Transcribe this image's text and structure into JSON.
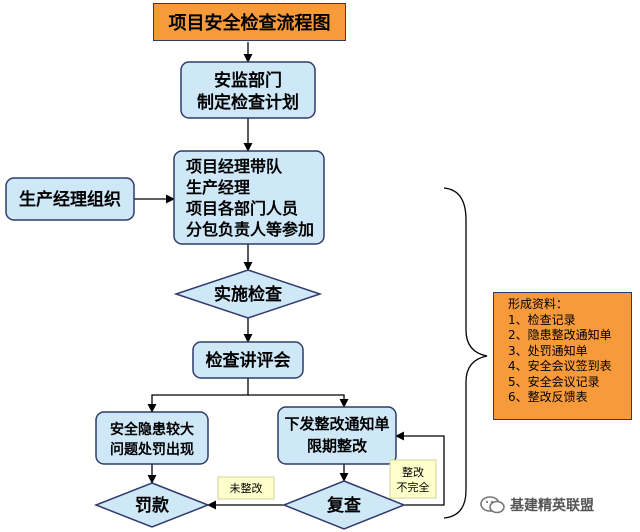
{
  "title": "项目安全检查流程图",
  "nodes": {
    "plan": [
      "安监部门",
      "制定检查计划"
    ],
    "organize": "生产经理组织",
    "participants": [
      "项目经理带队",
      "生产经理",
      "项目各部门人员",
      "分包负责人等参加"
    ],
    "implement": "实施检查",
    "review": "检查讲评会",
    "hazard": [
      "安全隐患较大",
      "问题处罚出现"
    ],
    "notice": [
      "下发整改通知单",
      "限期整改"
    ],
    "penalty": "罚款",
    "recheck": "复查"
  },
  "edge_labels": {
    "not_rectified": "未整改",
    "incomplete": [
      "整改",
      "不完全"
    ]
  },
  "materials": {
    "title": "形成资料：",
    "items": [
      "1、检查记录",
      "2、隐患整改通知单",
      "3、处罚通知单",
      "4、安全会议签到表",
      "5、安全会议记录",
      "6、整改反馈表"
    ]
  },
  "watermark": "基建精英联盟",
  "colors": {
    "node_fill": "#cfe8f8",
    "node_border": "#2f3a6b",
    "title_fill": "#f79a3a",
    "note_fill": "#ffffcc",
    "line": "#000000"
  }
}
